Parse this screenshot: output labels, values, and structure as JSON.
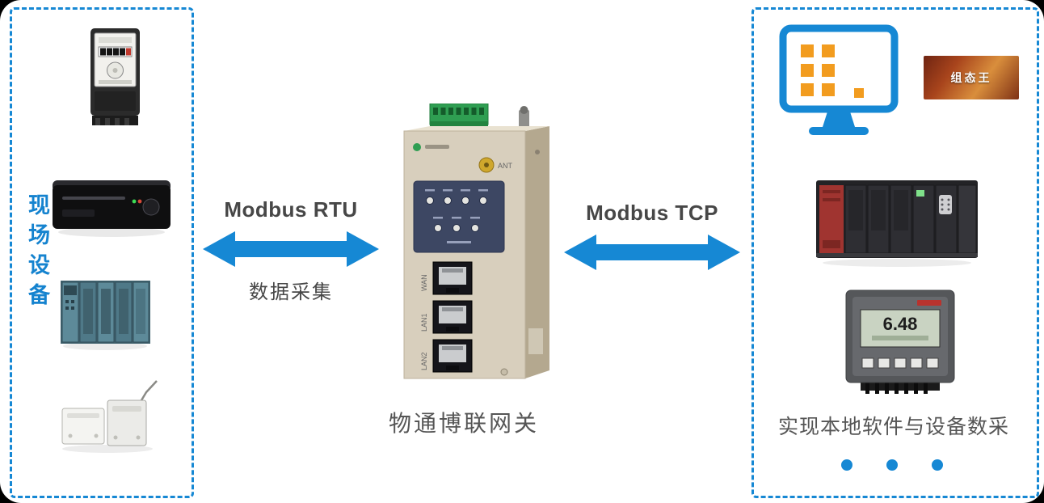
{
  "theme": {
    "accent_blue": "#1688d4",
    "orange": "#f29c1f",
    "text_dark": "#474747",
    "panel_bg": "#ffffff",
    "outer_bg": "#000000"
  },
  "left_panel": {
    "vertical_label": "现场设备",
    "devices": [
      "electric-meter",
      "mobile-dvr",
      "plc-module-stack",
      "door-sensors"
    ]
  },
  "left_link": {
    "protocol": "Modbus RTU",
    "note": "数据采集"
  },
  "gateway": {
    "caption": "物通博联网关",
    "antenna_label": "ANT",
    "ports": [
      "WAN",
      "LAN1",
      "LAN2"
    ]
  },
  "right_link": {
    "protocol": "Modbus TCP"
  },
  "right_panel": {
    "caption": "实现本地软件与设备数采",
    "software_logo_text": "组态王",
    "meter_display": "6.48",
    "icons": [
      "software-monitor-icon",
      "scada-software-photo",
      "plc-rack",
      "panel-meter"
    ],
    "ellipsis_dots": 3
  }
}
